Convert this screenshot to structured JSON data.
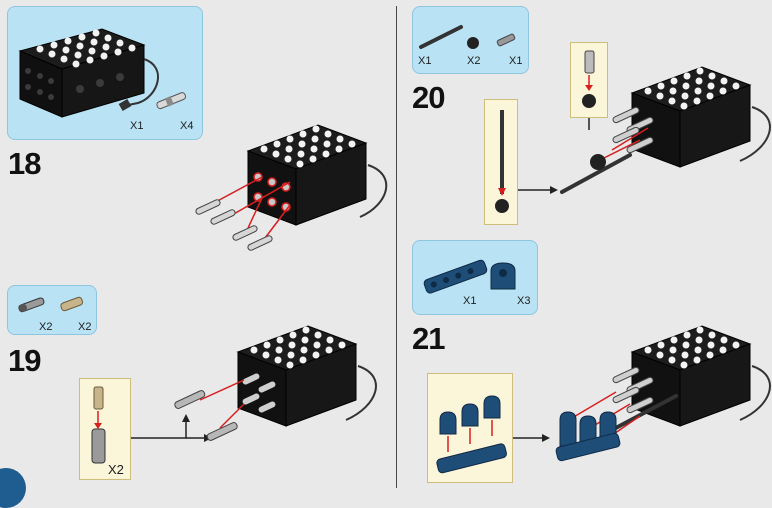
{
  "steps": {
    "s18": {
      "number": "18",
      "parts": [
        {
          "qty": "X1"
        },
        {
          "qty": "X4"
        }
      ]
    },
    "s19": {
      "number": "19",
      "parts": [
        {
          "qty": "X2"
        },
        {
          "qty": "X2"
        }
      ],
      "callout_qty": "X2"
    },
    "s20": {
      "number": "20",
      "parts": [
        {
          "qty": "X1"
        },
        {
          "qty": "X2"
        },
        {
          "qty": "X1"
        }
      ]
    },
    "s21": {
      "number": "21",
      "parts": [
        {
          "qty": "X1"
        },
        {
          "qty": "X3"
        }
      ]
    }
  },
  "colors": {
    "background": "#e9e9ea",
    "parts_panel": "#b9e3f4",
    "callout_panel": "#fbf6d9",
    "brick_black": "#111111",
    "beam_blue": "#1e4d78",
    "arrow_red": "#d62020"
  }
}
